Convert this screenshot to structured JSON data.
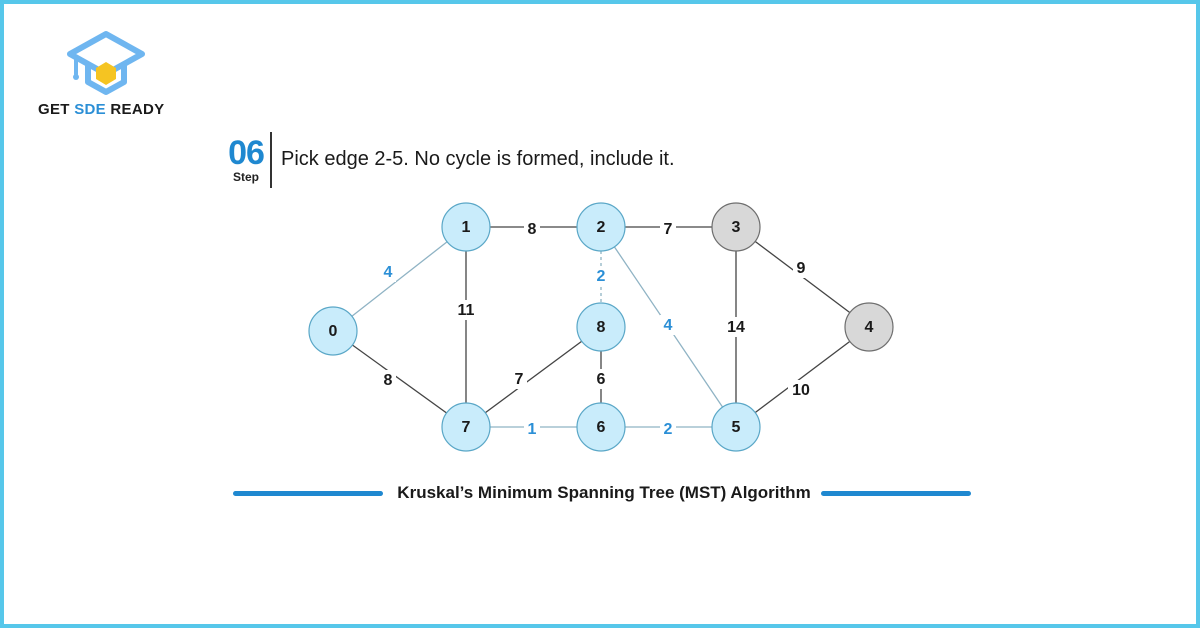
{
  "brand": {
    "prefix": "GET ",
    "accent": "SDE",
    "suffix": " READY"
  },
  "step": {
    "number": "06",
    "label": "Step",
    "text": "Pick edge 2-5. No cycle is formed, include it."
  },
  "caption": "Kruskal’s Minimum Spanning Tree (MST) Algorithm",
  "colors": {
    "accent": "#1f88d0",
    "mst_weight": "#2b8fd6",
    "node_fill": "#c9ecfb",
    "grey_node_fill": "#d8d8d8",
    "frame": "#56c7ea"
  },
  "graph": {
    "nodes": [
      {
        "id": "0",
        "label": "0",
        "state": "in-mst"
      },
      {
        "id": "1",
        "label": "1",
        "state": "in-mst"
      },
      {
        "id": "2",
        "label": "2",
        "state": "in-mst"
      },
      {
        "id": "3",
        "label": "3",
        "state": "unvisited"
      },
      {
        "id": "4",
        "label": "4",
        "state": "unvisited"
      },
      {
        "id": "5",
        "label": "5",
        "state": "in-mst"
      },
      {
        "id": "6",
        "label": "6",
        "state": "in-mst"
      },
      {
        "id": "7",
        "label": "7",
        "state": "in-mst"
      },
      {
        "id": "8",
        "label": "8",
        "state": "in-mst"
      }
    ],
    "edges": [
      {
        "from": "0",
        "to": "1",
        "weight": "4",
        "mst": true
      },
      {
        "from": "0",
        "to": "7",
        "weight": "8",
        "mst": false
      },
      {
        "from": "1",
        "to": "2",
        "weight": "8",
        "mst": false
      },
      {
        "from": "1",
        "to": "7",
        "weight": "11",
        "mst": false
      },
      {
        "from": "2",
        "to": "3",
        "weight": "7",
        "mst": false
      },
      {
        "from": "2",
        "to": "8",
        "weight": "2",
        "mst": true
      },
      {
        "from": "2",
        "to": "5",
        "weight": "4",
        "mst": true
      },
      {
        "from": "3",
        "to": "4",
        "weight": "9",
        "mst": false
      },
      {
        "from": "3",
        "to": "5",
        "weight": "14",
        "mst": false
      },
      {
        "from": "4",
        "to": "5",
        "weight": "10",
        "mst": false
      },
      {
        "from": "5",
        "to": "6",
        "weight": "2",
        "mst": true
      },
      {
        "from": "6",
        "to": "7",
        "weight": "1",
        "mst": true
      },
      {
        "from": "6",
        "to": "8",
        "weight": "6",
        "mst": false
      },
      {
        "from": "7",
        "to": "8",
        "weight": "7",
        "mst": false
      }
    ]
  }
}
